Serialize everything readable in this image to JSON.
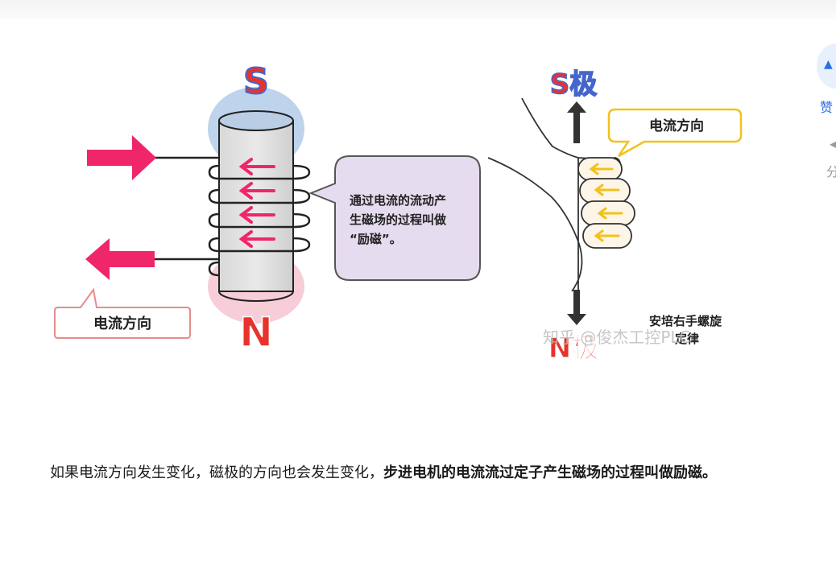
{
  "figure": {
    "left": {
      "pole_top": "S",
      "pole_bottom": "N",
      "current_label": "电流方向",
      "bubble_text": [
        "通过电流的流动产",
        "生磁场的过程叫做",
        "“励磁”。"
      ]
    },
    "right": {
      "pole_top": "S极",
      "pole_bottom": "N极",
      "current_label": "电流方向",
      "rule_text": [
        "安培右手螺旋",
        "定律"
      ],
      "watermark": "知乎 @俊杰工控PLC"
    }
  },
  "caption": {
    "normal": "如果电流方向发生变化，磁极的方向也会发生变化，",
    "bold": "步进电机的电流流过定子产生磁场的过程叫做励磁。"
  },
  "side": {
    "like_label": "赞",
    "share_label": "分"
  },
  "colors": {
    "arrow_pink": "#f0266a",
    "pole_red": "#e8322c",
    "pole_blue_outline": "#4466cc",
    "highlight_yellow": "#f2c21b",
    "bubble_fill": "#e6dcef",
    "accent_blue": "#2b6fe0"
  }
}
